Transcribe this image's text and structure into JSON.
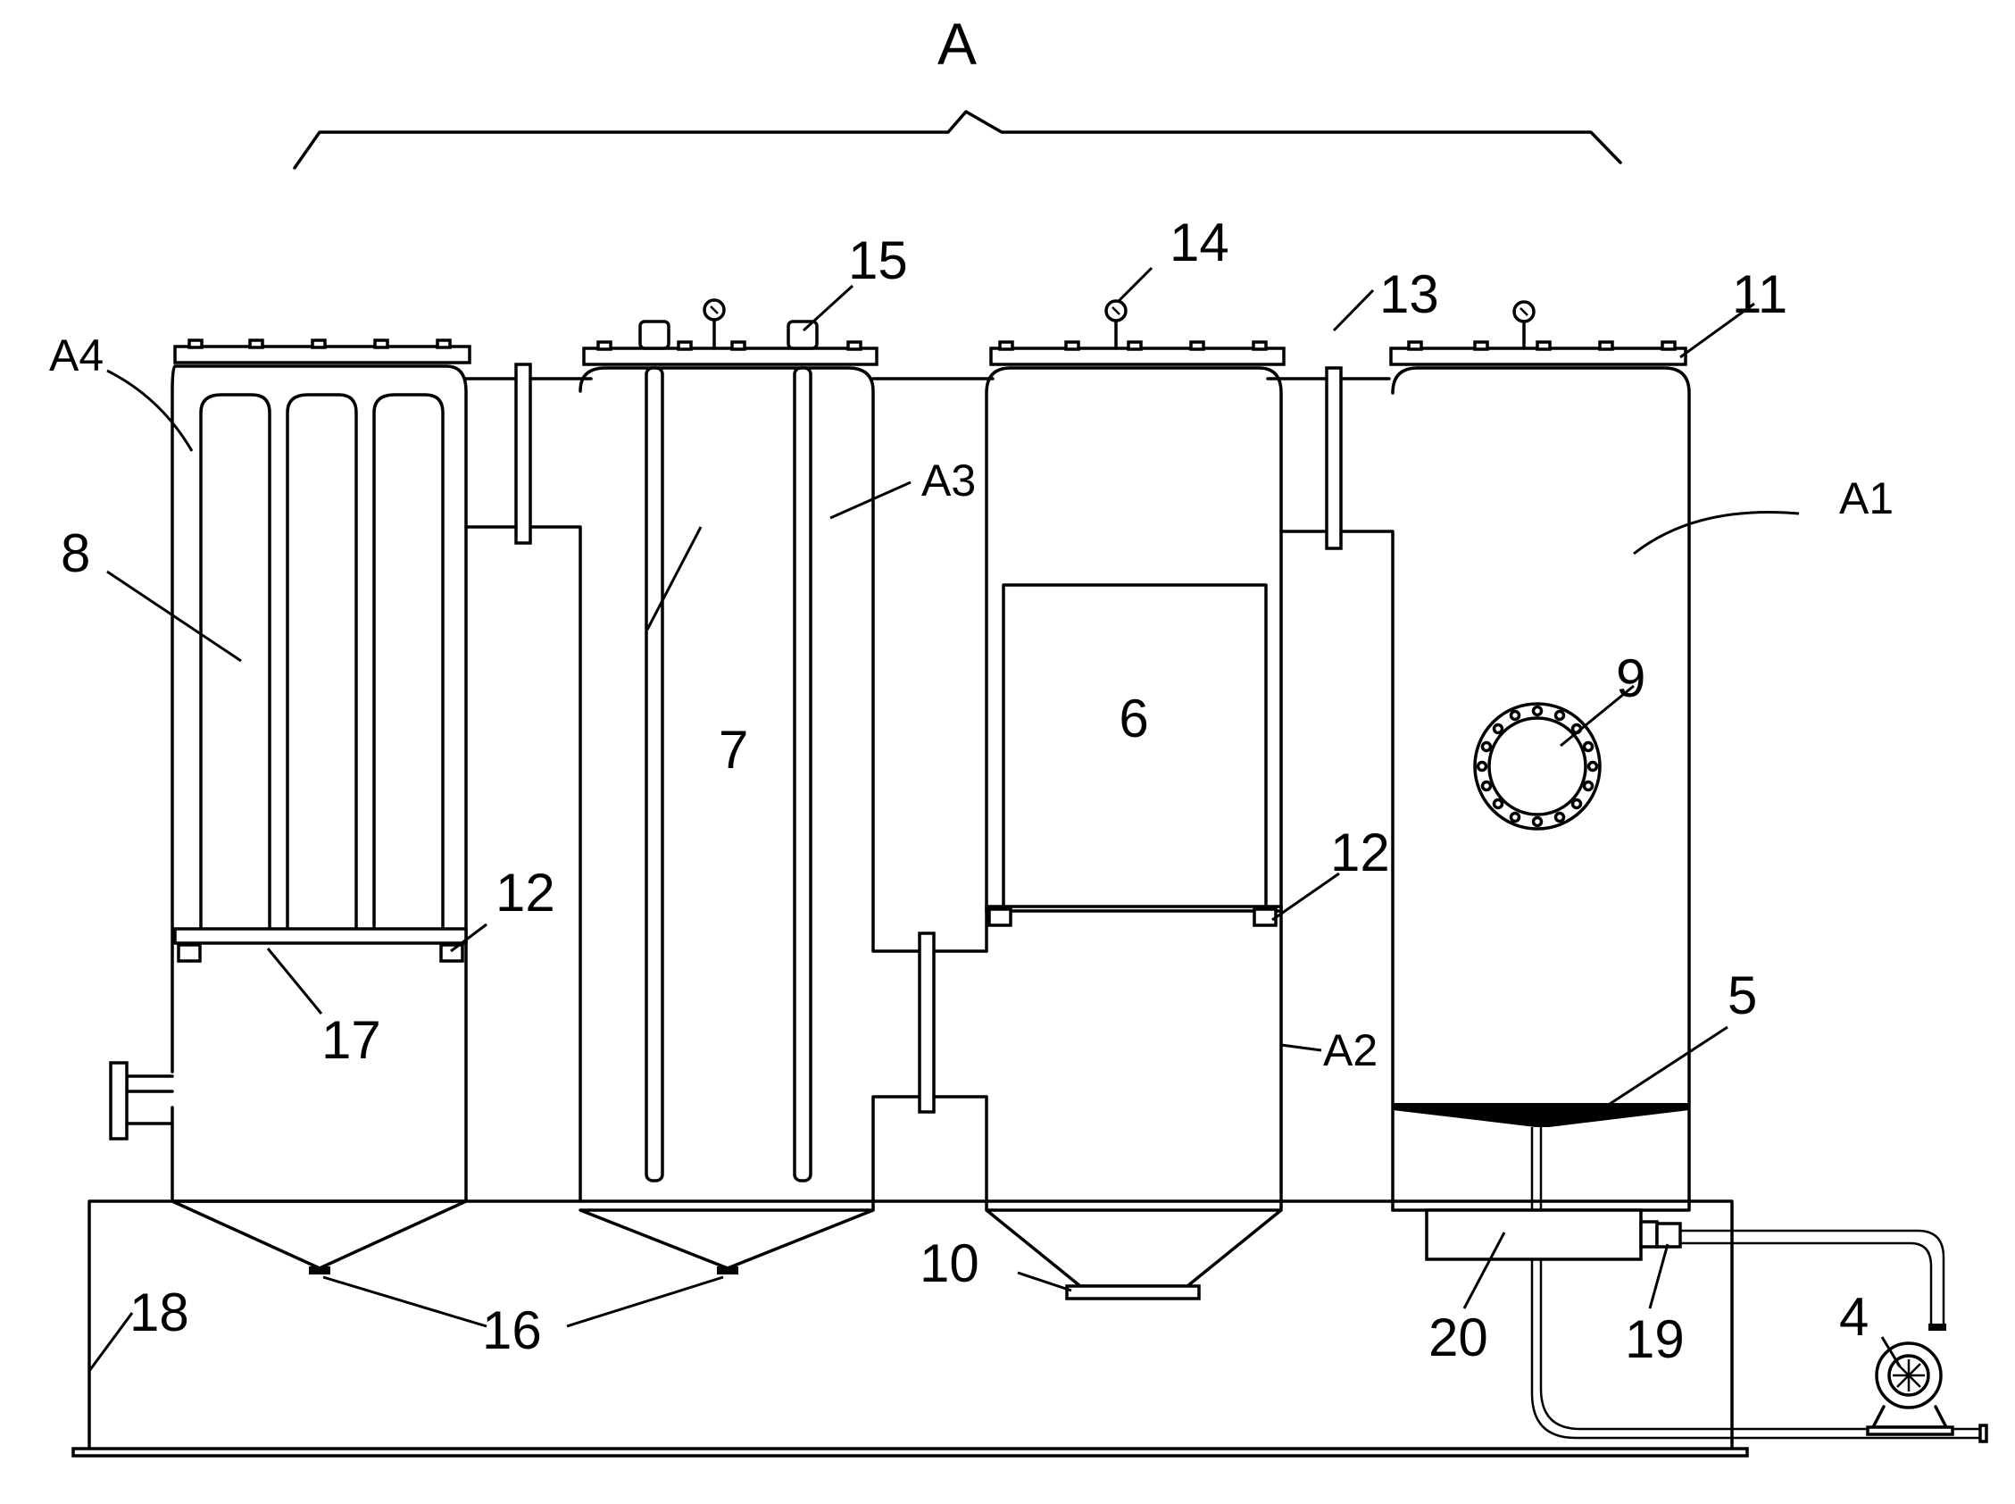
{
  "figure": {
    "title": "A",
    "labels": {
      "a1": "A1",
      "a2": "A2",
      "a3": "A3",
      "a4": "A4",
      "pump": "4",
      "cone_tray": "5",
      "module_6": "6",
      "electrode_rods": "7",
      "filter_tubes": "8",
      "manhole": "9",
      "outlet_10": "10",
      "cover_11": "11",
      "support_right": "12",
      "support_left": "12",
      "pipe_13": "13",
      "gauge_14": "14",
      "terminal_15": "15",
      "drain_valves": "16",
      "plate_17": "17",
      "base_frame": "18",
      "valve_19": "19",
      "box_20": "20"
    }
  }
}
